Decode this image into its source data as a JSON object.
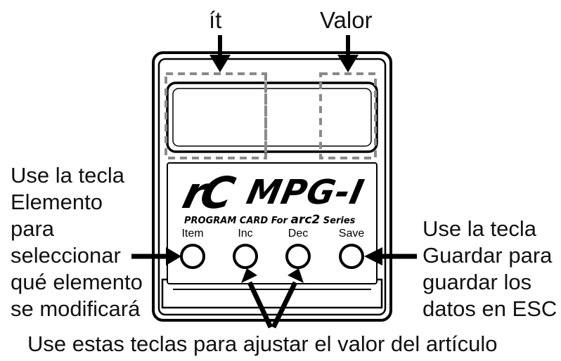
{
  "diagram": {
    "top_labels": {
      "item": "ít",
      "value": "Valor"
    },
    "logo": {
      "mark": "rC",
      "name": "MPG-I",
      "subtitle_prefix": "PROGRAM CARD For",
      "subtitle_brand": "arc2",
      "subtitle_suffix": "Series"
    },
    "keys": [
      {
        "id": "item",
        "label": "Item"
      },
      {
        "id": "inc",
        "label": "Inc"
      },
      {
        "id": "dec",
        "label": "Dec"
      },
      {
        "id": "save",
        "label": "Save"
      }
    ],
    "annotations": {
      "item_key": [
        "Use la tecla",
        "Elemento",
        "para",
        "seleccionar",
        "qué elemento",
        "se modificará"
      ],
      "save_key": [
        "Use la tecla",
        "Guardar para",
        "guardar los",
        "datos en ESC"
      ],
      "adjust_keys": "Use estas teclas para ajustar el valor del artículo"
    },
    "colors": {
      "outline": "#000000",
      "dashed_marker": "#8a8a8a",
      "background": "#ffffff"
    }
  }
}
